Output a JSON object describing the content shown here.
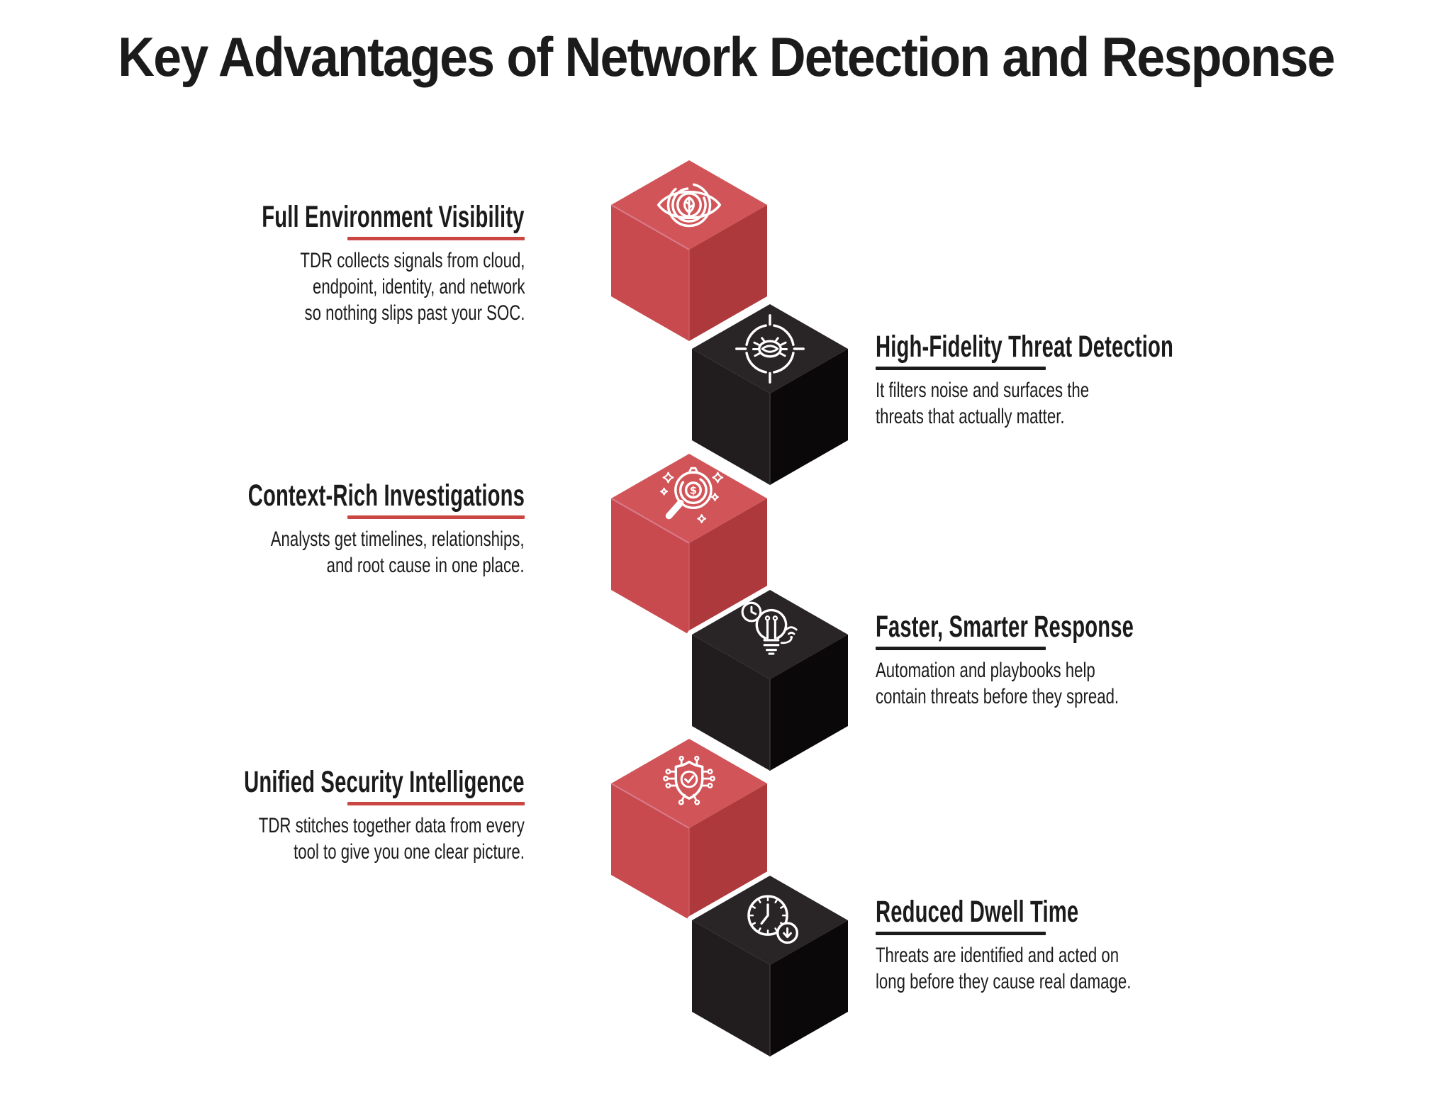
{
  "title": "Key Advantages of Network Detection and Response",
  "palette": {
    "background": "#ffffff",
    "text": "#1b1b1b",
    "red_top": "#d15558",
    "red_left": "#c84a4e",
    "red_right": "#ae393c",
    "red_edge": "#db8296",
    "black_top": "#292425",
    "black_left": "#211d1e",
    "black_right": "#0a0809",
    "black_edge": "#3b3536",
    "underline_red": "#c94642",
    "underline_black": "#1b1b1b",
    "icon_stroke": "#ffffff",
    "cube_gap_outline": "#ffffff"
  },
  "items": [
    {
      "heading": "Full Environment Visibility",
      "body": "TDR collects signals from cloud,\nendpoint, identity, and network\nso nothing slips past your SOC.",
      "side": "left",
      "cube_color": "red",
      "icon": "eye-leaf-icon"
    },
    {
      "heading": "High-Fidelity Threat Detection",
      "body": "It filters noise and surfaces the\nthreats that actually matter.",
      "side": "right",
      "cube_color": "black",
      "icon": "bug-target-icon"
    },
    {
      "heading": "Context-Rich Investigations",
      "body": "Analysts get timelines, relationships,\nand root cause in one place.",
      "side": "left",
      "cube_color": "red",
      "icon": "magnifier-dollar-icon"
    },
    {
      "heading": "Faster, Smarter Response",
      "body": "Automation and playbooks help\ncontain threats before they spread.",
      "side": "right",
      "cube_color": "black",
      "icon": "bulb-clock-wifi-icon"
    },
    {
      "heading": "Unified Security Intelligence",
      "body": "TDR stitches together data from every\ntool to give you one clear picture.",
      "side": "left",
      "cube_color": "red",
      "icon": "shield-circuit-icon"
    },
    {
      "heading": "Reduced Dwell Time",
      "body": "Threats are identified and acted on\nlong before they cause real damage.",
      "side": "right",
      "cube_color": "black",
      "icon": "clock-down-icon"
    }
  ]
}
